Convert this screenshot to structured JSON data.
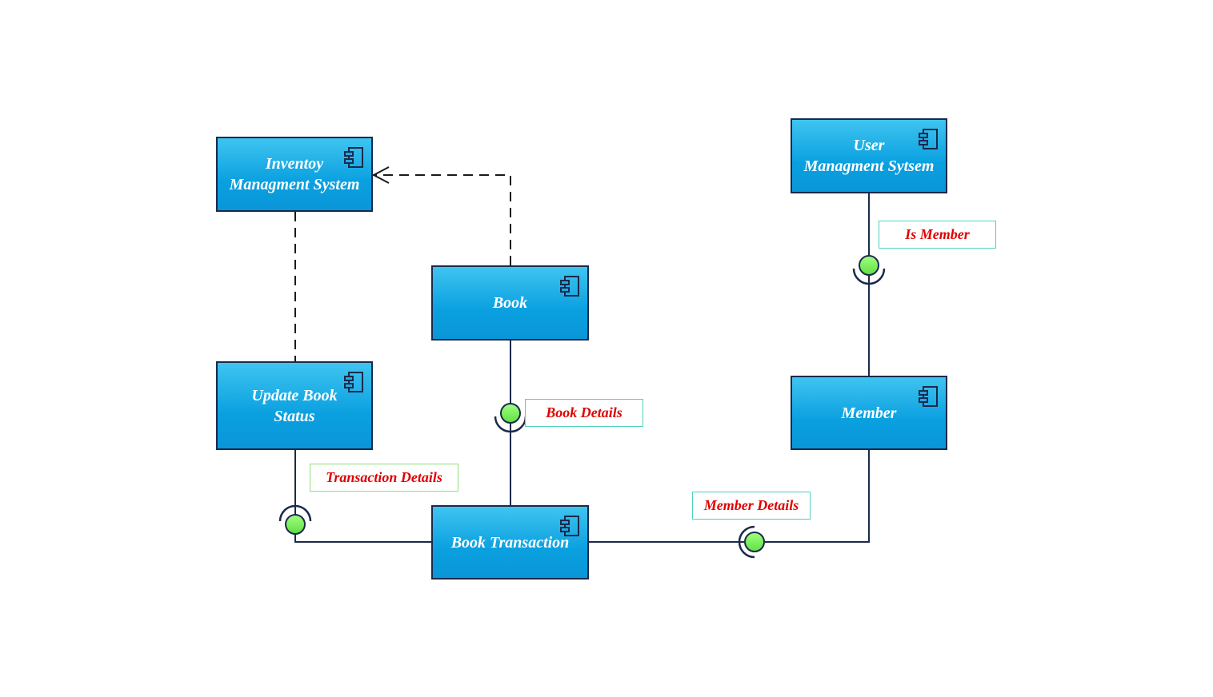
{
  "components": {
    "inventory": {
      "label": "Inventoy\nManagment System"
    },
    "user_mgmt": {
      "label": "User\nManagment Sytsem"
    },
    "book": {
      "label": "Book"
    },
    "update_status": {
      "label": "Update Book\nStatus"
    },
    "member": {
      "label": "Member"
    },
    "book_transaction": {
      "label": "Book Transaction"
    }
  },
  "interfaces": {
    "is_member": "Is Member",
    "book_details": "Book Details",
    "transaction_details": "Transaction Details",
    "member_details": "Member Details"
  },
  "colors": {
    "component_fill": "#0aa0e0",
    "component_border": "#1a2a4a",
    "interface_ball": "#7ef060",
    "note_text": "#e00000",
    "note_border_teal": "#4fd0c0",
    "note_border_green": "#8fe07a"
  },
  "icons": {
    "component": "component-icon"
  }
}
